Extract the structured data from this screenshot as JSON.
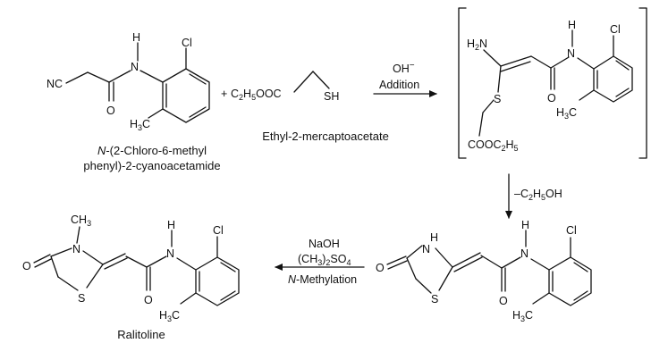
{
  "reactant1": {
    "name_prefix": "N",
    "name_line1": "-(2-Chloro-6-methyl",
    "name_line2": "phenyl)-2-cyanoacetamide",
    "atoms": {
      "nc": "NC",
      "o": "O",
      "n": "N",
      "h": "H",
      "cl": "Cl",
      "h3c": "H3C"
    }
  },
  "reactant2": {
    "plus": "+",
    "formula": "C2H5OOC",
    "sh": "SH",
    "name": "Ethyl-2-mercaptoacetate"
  },
  "step1": {
    "reagent": "OH⁻",
    "label": "Addition"
  },
  "intermediate": {
    "atoms": {
      "h2n": "H2N",
      "s": "S",
      "o": "O",
      "n": "N",
      "h": "H",
      "cl": "Cl",
      "h3c": "H3C",
      "ester": "COOC2H5"
    }
  },
  "step2": {
    "label": "–C2H5OH"
  },
  "cyclized": {
    "atoms": {
      "o": "O",
      "nh_h": "H",
      "nh_n": "N",
      "s": "S",
      "co": "O",
      "n": "N",
      "h": "H",
      "cl": "Cl",
      "h3c": "H3C"
    }
  },
  "step3": {
    "reagent1": "NaOH",
    "reagent2": "(CH3)2SO4",
    "label_prefix": "N",
    "label_rest": "-Methylation"
  },
  "product": {
    "name": "Ralitoline",
    "atoms": {
      "ch3": "CH3",
      "n": "N",
      "o": "O",
      "s": "S",
      "co": "O",
      "amide_n": "N",
      "h": "H",
      "cl": "Cl",
      "h3c": "H3C"
    }
  }
}
